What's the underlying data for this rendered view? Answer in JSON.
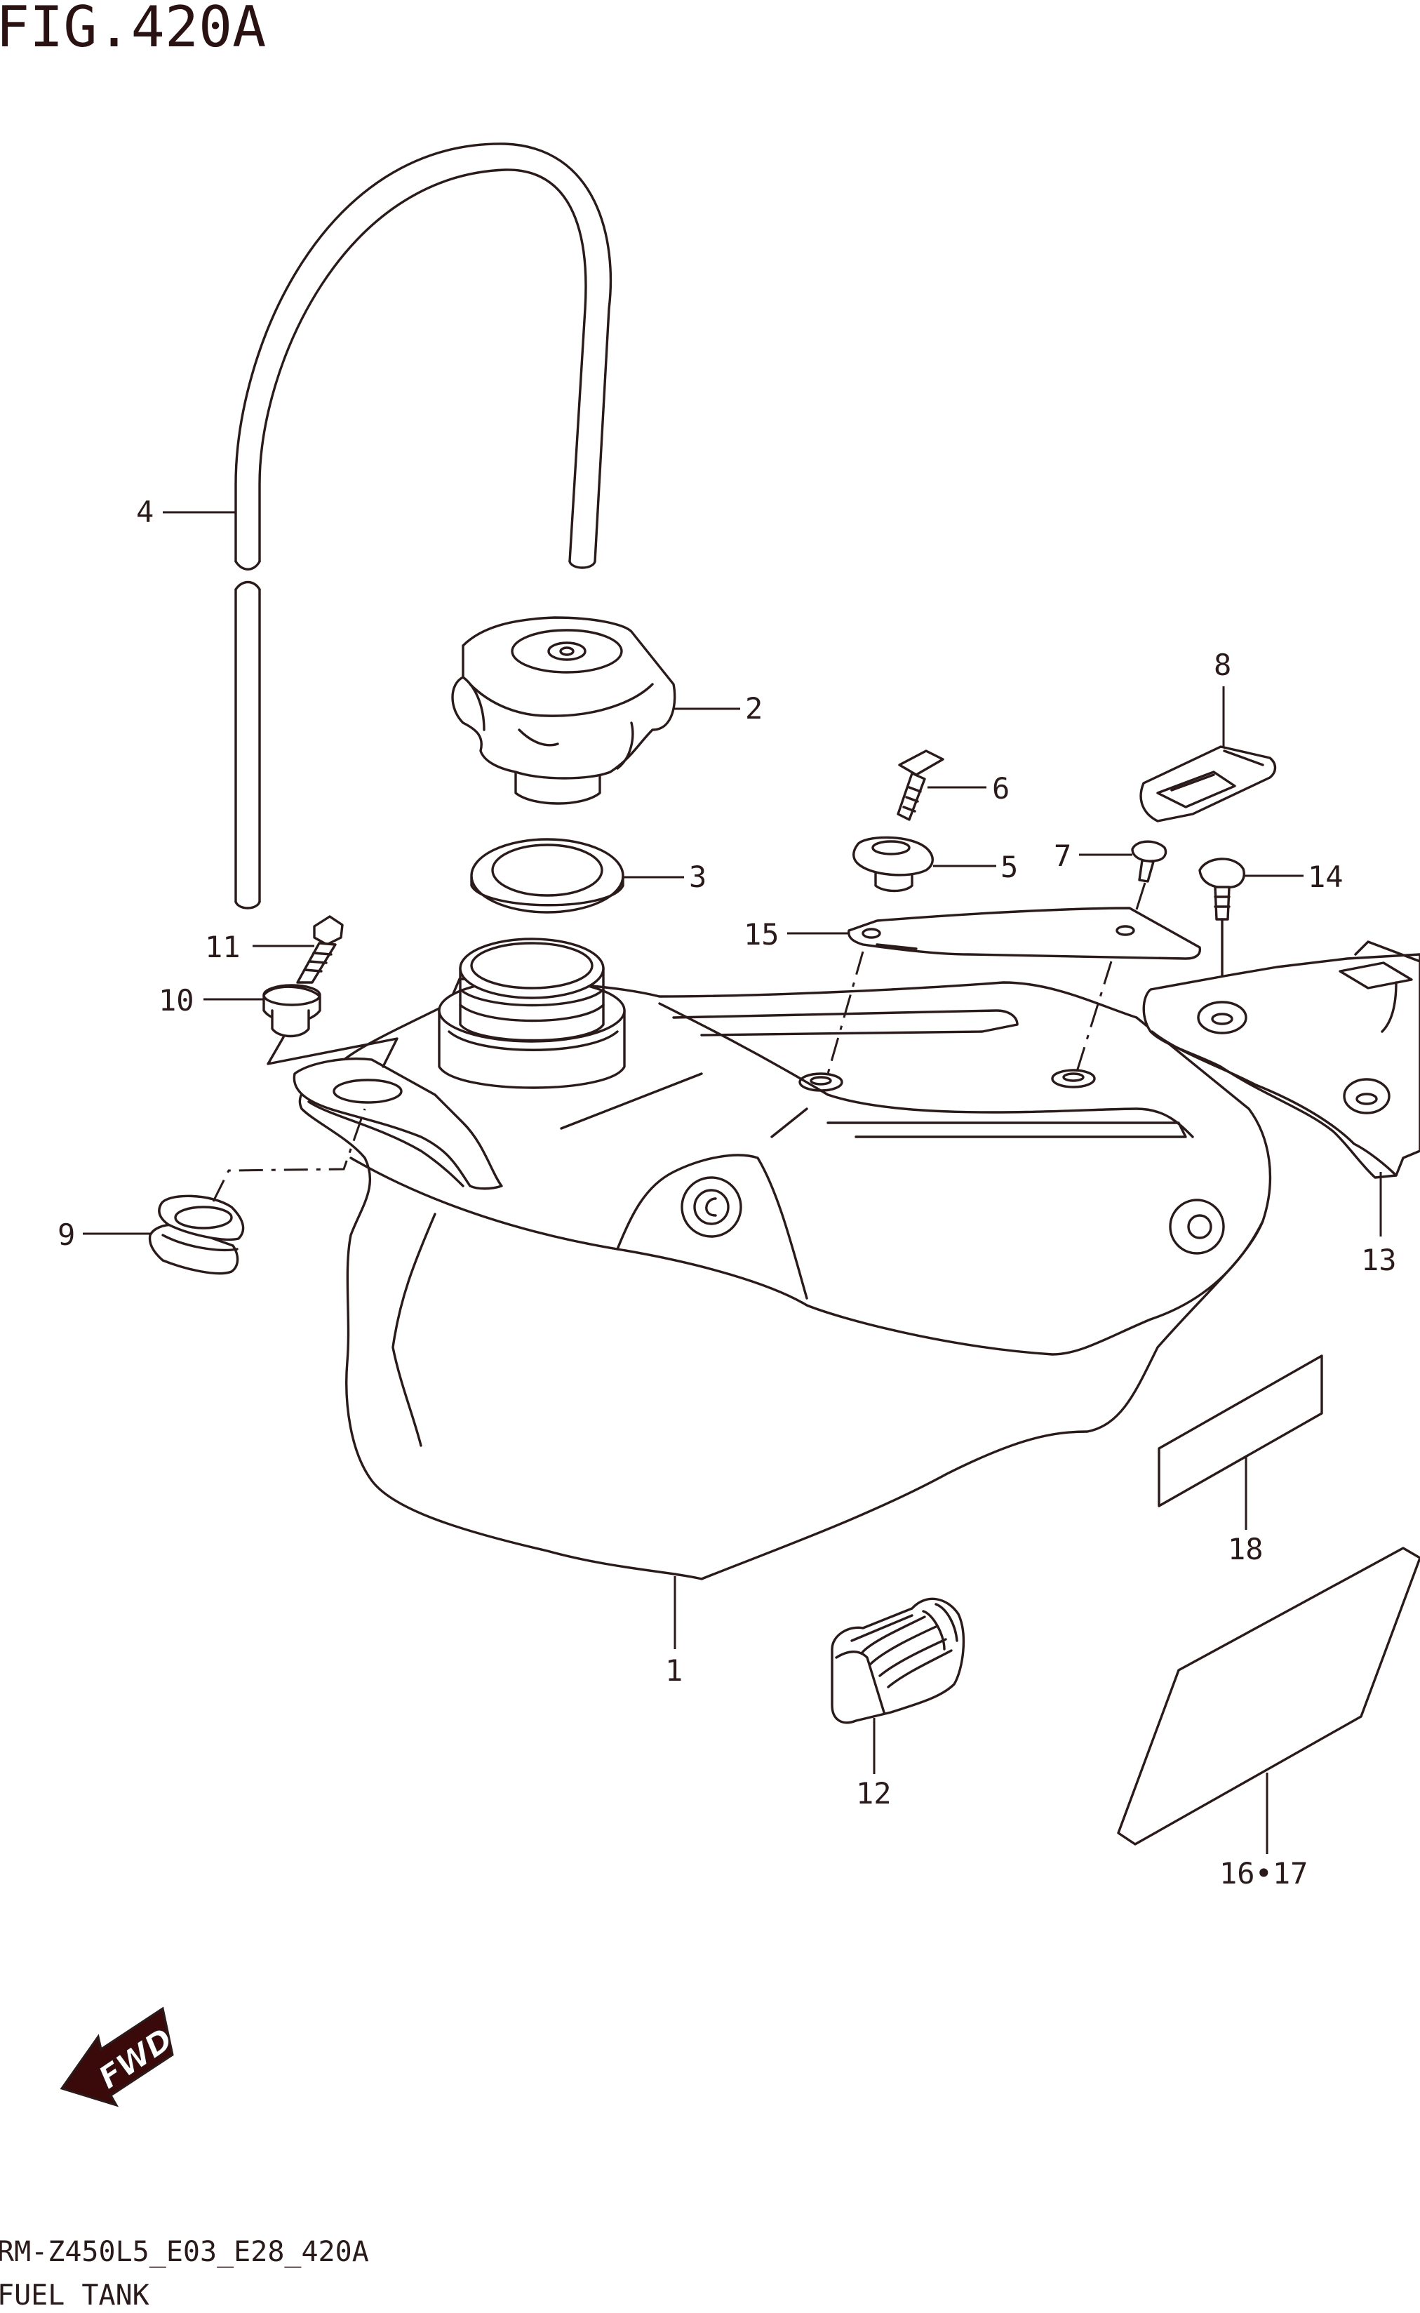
{
  "figure": {
    "title": "FIG.420A",
    "model_code": "RM-Z450L5_E03_E28_420A",
    "section_name": "FUEL TANK",
    "fwd_label": "FWD"
  },
  "callouts": {
    "c1": "1",
    "c2": "2",
    "c3": "3",
    "c4": "4",
    "c5": "5",
    "c6": "6",
    "c7": "7",
    "c8": "8",
    "c9": "9",
    "c10": "10",
    "c11": "11",
    "c12": "12",
    "c13": "13",
    "c14": "14",
    "c15": "15",
    "c16_17": "16•17",
    "c18": "18"
  },
  "colors": {
    "ink": "#2a1a1a",
    "title": "#2a1212",
    "arrow_fill": "#3a0a0a",
    "background": "#ffffff"
  }
}
